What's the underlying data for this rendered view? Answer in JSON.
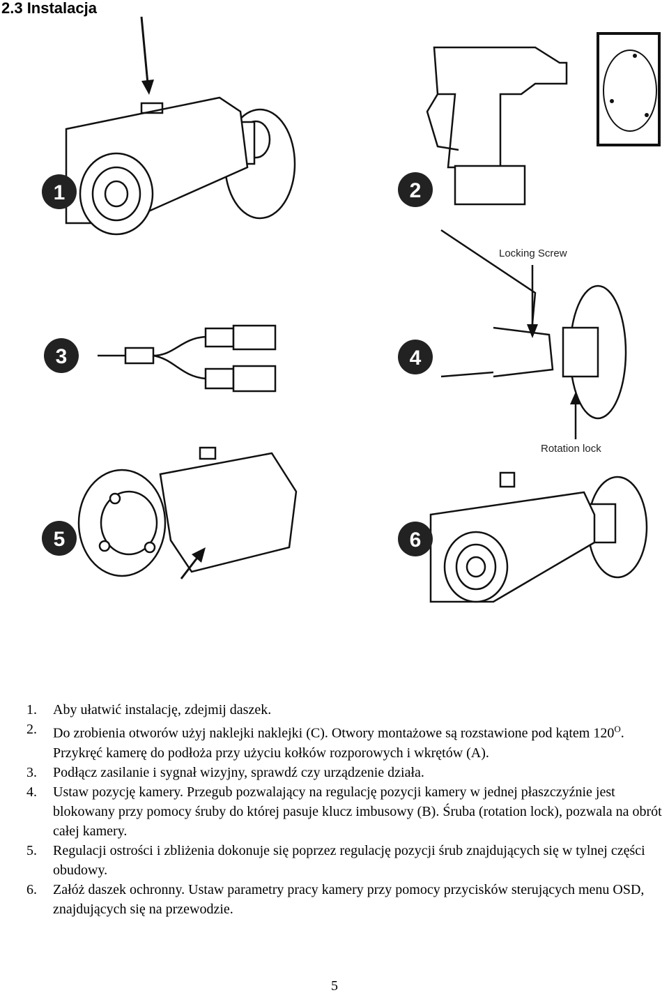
{
  "heading": "2.3 Instalacja",
  "figures": [
    {
      "badge": "1",
      "icon": "bullet-camera-with-arrow-to-sunshield-screw"
    },
    {
      "badge": "2",
      "icon": "drill-and-mounting-sticker"
    },
    {
      "badge": "3",
      "icon": "power-and-video-cable-connectors"
    },
    {
      "badge": "4",
      "icon": "camera-bracket-detail",
      "label_top": "Locking Screw",
      "label_bottom": "Rotation lock"
    },
    {
      "badge": "5",
      "icon": "camera-rear-adjustment"
    },
    {
      "badge": "6",
      "icon": "camera-with-sunshield-installed"
    }
  ],
  "steps": [
    {
      "num": "1.",
      "text": "Aby ułatwić instalację, zdejmij daszek."
    },
    {
      "num": "2.",
      "text": "Do zrobienia otworów użyj naklejki naklejki (C).  Otwory montażowe są rozstawione pod kątem 120",
      "sup": "O",
      "text2": ". Przykręć kamerę do podłoża przy użyciu kołków rozporowych i wkrętów (A)."
    },
    {
      "num": "3.",
      "text": "Podłącz zasilanie i sygnał wizyjny, sprawdź czy urządzenie działa."
    },
    {
      "num": "4.",
      "text": "Ustaw pozycję kamery. Przegub pozwalający na regulację pozycji kamery w jednej płaszczyźnie jest blokowany przy pomocy śruby do której pasuje klucz imbusowy (B). Śruba (rotation lock), pozwala na obrót całej kamery."
    },
    {
      "num": "5.",
      "text": "Regulacji ostrości i zbliżenia dokonuje się poprzez regulację pozycji śrub znajdujących się w tylnej części obudowy."
    },
    {
      "num": "6.",
      "text": "Załóż daszek ochronny. Ustaw parametry pracy kamery przy pomocy przycisków sterujących menu OSD, znajdujących się na przewodzie."
    }
  ],
  "page_number": "5"
}
